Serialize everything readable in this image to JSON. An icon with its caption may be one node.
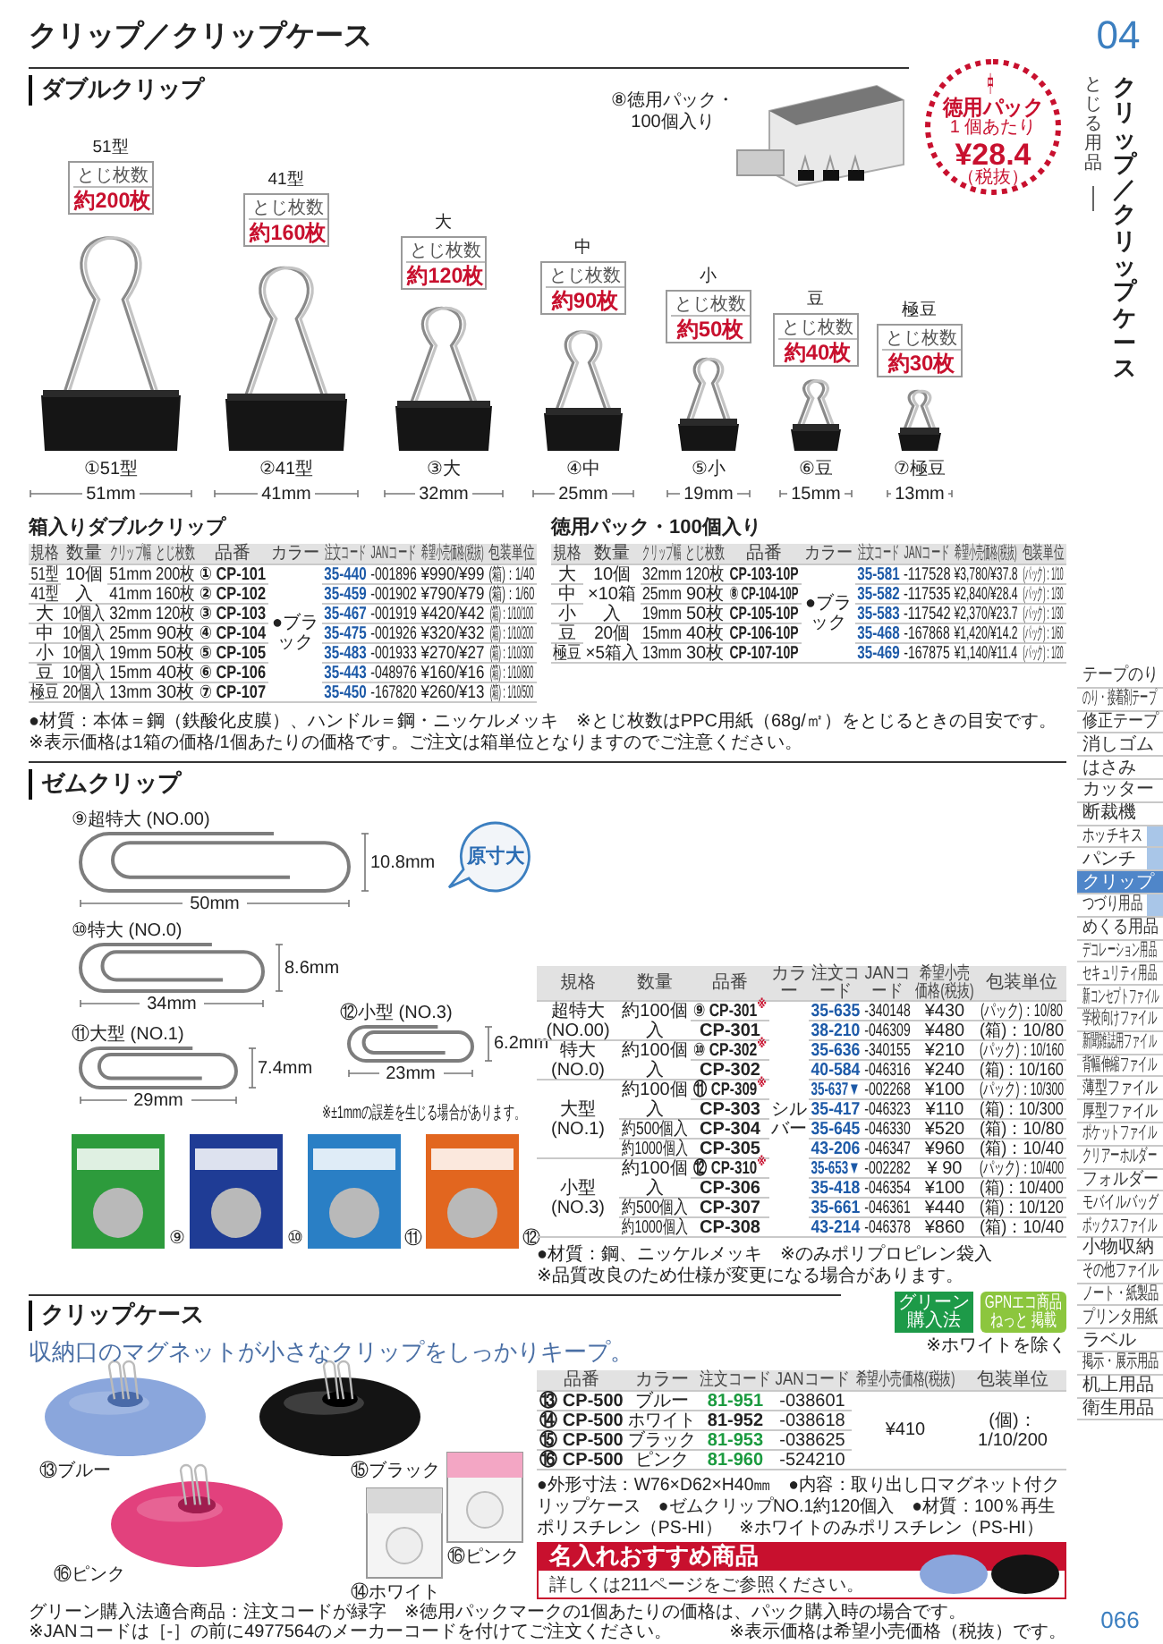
{
  "diagram": {
    "title": "クリップ／クリップケース",
    "nodes": [
      {
        "text": [
          "とじ枚数",
          "約200枚"
        ],
        "beside": [
          "51型"
        ]
      },
      {
        "text": [
          "とじ枚数",
          "約160枚"
        ],
        "beside": [
          "41型"
        ]
      },
      {
        "text": [
          "とじ枚数",
          "約120枚"
        ],
        "beside": [
          "大"
        ]
      },
      {
        "text": [
          "とじ枚数",
          "約90枚"
        ],
        "beside": [
          "中"
        ]
      },
      {
        "text": [
          "とじ枚数",
          "約50枚"
        ],
        "beside": [
          "小"
        ]
      },
      {
        "text": [
          "とじ枚数",
          "約40枚"
        ],
        "beside": [
          "豆"
        ]
      },
      {
        "text": [
          "とじ枚数",
          "約30枚"
        ],
        "beside": [
          "極豆"
        ]
      },
      {
        "text": [
          "中",
          "徳用パック",
          "1 個あたり",
          "¥28.4",
          "（税抜）"
        ]
      },
      {
        "text": [
          "原寸大"
        ]
      },
      {
        "text": [
          "グリーン購入法"
        ]
      },
      {
        "text": [
          "GPNエコ商品ねっと 掲載"
        ]
      },
      {
        "text": [
          "名入れおすすめ商品",
          "詳しくは211ページをご参照ください。"
        ]
      }
    ],
    "labels": [
      "04",
      "とじる用品",
      "クリップ／クリップケース",
      "ダブルクリップ",
      "⑧徳用パック・100個入り",
      "①51型",
      "②41型",
      "③大",
      "④中",
      "⑤小",
      "⑥豆",
      "⑦極豆",
      "51mm",
      "41mm",
      "32mm",
      "25mm",
      "19mm",
      "15mm",
      "13mm",
      "箱入りダブルクリップ",
      "規格",
      "数量",
      "クリップ幅",
      "とじ枚数",
      "品番",
      "カラー",
      "注文コード",
      "JANコード",
      "希望小売価格(税抜)",
      "包装単位",
      "51型",
      "10個入",
      "51mm",
      "200枚",
      "① CP-101",
      "●ブラック",
      "35-440",
      "-001896",
      "¥990/¥99",
      "(箱)：1/40",
      "41型",
      "41mm",
      "160枚",
      "② CP-102",
      "35-459",
      "-001902",
      "¥790/¥79",
      "(箱)：1/60",
      "大",
      "10個入",
      "32mm",
      "120枚",
      "③ CP-103",
      "35-467",
      "-001919",
      "¥420/¥42",
      "(箱)：1/10/100",
      "中",
      "10個入",
      "25mm",
      "90枚",
      "④ CP-104",
      "35-475",
      "-001926",
      "¥320/¥32",
      "(箱)：1/10/200",
      "小",
      "10個入",
      "19mm",
      "50枚",
      "⑤ CP-105",
      "35-483",
      "-001933",
      "¥270/¥27",
      "(箱)：1/10/300",
      "豆",
      "10個入",
      "15mm",
      "40枚",
      "⑥ CP-106",
      "35-443",
      "-048976",
      "¥160/¥16",
      "(箱)：1/10/800",
      "極豆",
      "20個入",
      "13mm",
      "30枚",
      "⑦ CP-107",
      "35-450",
      "-167820",
      "¥260/¥13",
      "(箱)：1/10/500",
      "徳用パック・100個入り",
      "規格",
      "数量",
      "クリップ幅",
      "とじ枚数",
      "品番",
      "カラー",
      "注文コード",
      "JANコード",
      "希望小売価格(税抜)",
      "包装単位",
      "大",
      "10個×10箱入",
      "32mm",
      "120枚",
      "CP-103-10P",
      "●ブラック",
      "35-581",
      "-117528",
      "¥3,780/¥37.8",
      "(パック)：1/10",
      "中",
      "25mm",
      "90枚",
      "⑧ CP-104-10P",
      "35-582",
      "-117535",
      "¥2,840/¥28.4",
      "(パック)：1/30",
      "小",
      "19mm",
      "50枚",
      "CP-105-10P",
      "35-583",
      "-117542",
      "¥2,370/¥23.7",
      "(パック)：1/30",
      "豆",
      "20個×5箱入",
      "15mm",
      "40枚",
      "CP-106-10P",
      "35-468",
      "-167868",
      "¥1,420/¥14.2",
      "(パック)：1/60",
      "極豆",
      "13mm",
      "30枚",
      "CP-107-10P",
      "35-469",
      "-167875",
      "¥1,140/¥11.4",
      "(パック)：1/20",
      "●材質：本体＝鋼（鉄酸化皮膜）、ハンドル＝鋼・ニッケルメッキ　※とじ枚数はPPC用紙（68g/㎡）をとじるときの目安です。",
      "※表示価格は1箱の価格/1個あたりの価格です。ご注文は箱単位となりますのでご注意ください。",
      "ゼムクリップ",
      "⑨超特大 (NO.00)",
      "10.8mm",
      "50mm",
      "⑩特大 (NO.0)",
      "8.6mm",
      "34mm",
      "⑪大型 (NO.1)",
      "7.4mm",
      "29mm",
      "⑫小型 (NO.3)",
      "6.2mm",
      "23mm",
      "※±1mmの誤差を生じる場合があります。",
      "⑨",
      "⑩",
      "⑪",
      "⑫",
      "規格",
      "数量",
      "品番",
      "カラー",
      "注文コード",
      "JANコード",
      "希望小売価格(税抜)",
      "包装単位",
      "超特大 (NO.00)",
      "約100個入",
      "⑨ CP-301$^{※}$",
      "シルバー",
      "35-635",
      "-340148",
      "¥430",
      "(パック)：10/80",
      "CP-301",
      "38-210",
      "-046309",
      "¥480",
      "(箱)：10/80",
      "特大 (NO.0)",
      "約100個入",
      "⑩ CP-302$^{※}$",
      "35-636",
      "-340155",
      "¥210",
      "(パック)：10/160",
      "CP-302",
      "40-584",
      "-046316",
      "¥240",
      "(箱)：10/160",
      "大型 (NO.1)",
      "約100個入",
      "⑪ CP-309$^{※}$",
      "35-637▼",
      "-002268",
      "¥100",
      "(パック)：10/300",
      "CP-303",
      "35-417",
      "-046323",
      "¥110",
      "(箱)：10/300",
      "約500個入",
      "CP-304",
      "35-645",
      "-046330",
      "¥520",
      "(箱)：10/80",
      "約1000個入",
      "CP-305",
      "43-206",
      "-046347",
      "¥960",
      "(箱)：10/40",
      "小型 (NO.3)",
      "約100個入",
      "⑫ CP-310$^{※}$",
      "35-653▼",
      "-002282",
      "¥ 90",
      "(パック)：10/400",
      "CP-306",
      "35-418",
      "-046354",
      "¥100",
      "(箱)：10/400",
      "約500個入",
      "CP-307",
      "35-661",
      "-046361",
      "¥440",
      "(箱)：10/120",
      "約1000個入",
      "CP-308",
      "43-214",
      "-046378",
      "¥860",
      "(箱)：10/40",
      "●材質：鋼、ニッケルメッキ　※のみポリプロピレン袋入",
      "※品質改良のため仕様が変更になる場合があります。",
      "クリップケース",
      "※ホワイトを除く",
      "収納口のマグネットが小さなクリップをしっかりキープ。",
      "⑬ブルー",
      "⑮ブラック",
      "⑯ピンク",
      "⑭ホワイト",
      "⑯ピンク",
      "品番",
      "カラー",
      "注文コード",
      "JANコード",
      "希望小売価格(税抜)",
      "包装単位",
      "⑬ CP-500",
      "ブルー",
      "81-951",
      "-038601",
      "¥410",
      "(個)：1/10/200",
      "⑭ CP-500",
      "ホワイト",
      "81-952",
      "-038618",
      "⑮ CP-500",
      "ブラック",
      "81-953",
      "-038625",
      "⑯ CP-500",
      "ピンク",
      "81-960",
      "-524210",
      "●外形寸法：W76×D62×H40㎜　●内容：取り出し口マグネット付クリップケース　●ゼムクリップNO.1約120個入　●材質：100％再生ポリスチレン（PS-HI）　※ホワイトのみポリスチレン（PS-HI）",
      "グリーン購入法適合商品：注文コードが緑字　※徳用パックマークの1個あたりの価格は、パック購入時の場合です。",
      "※JANコードは［-］の前に4977564のメーカーコードを付けてご注文ください。",
      "※表示価格は希望小売価格（税抜）です。",
      "テープのり",
      "のり・接着剤テープ",
      "修正テープ",
      "消しゴム",
      "はさみ",
      "カッター",
      "断裁機",
      "ホッチキス",
      "パンチ",
      "クリップ",
      "つづり用品",
      "めくる用品",
      "デコレーション用品",
      "セキュリティ用品",
      "新コンセプトファイル",
      "学校向けファイル",
      "新聞雑誌用ファイル",
      "背幅伸縮ファイル",
      "薄型ファイル",
      "厚型ファイル",
      "ポケットファイル",
      "クリアーホルダー",
      "フォルダー",
      "モバイルバッグ",
      "ボックスファイル",
      "小物収納",
      "その他ファイル",
      "ノート・紙製品",
      "プリンタ用紙",
      "ラベル",
      "掲示・展示用品",
      "机上用品",
      "衛生用品",
      "066"
    ]
  }
}
